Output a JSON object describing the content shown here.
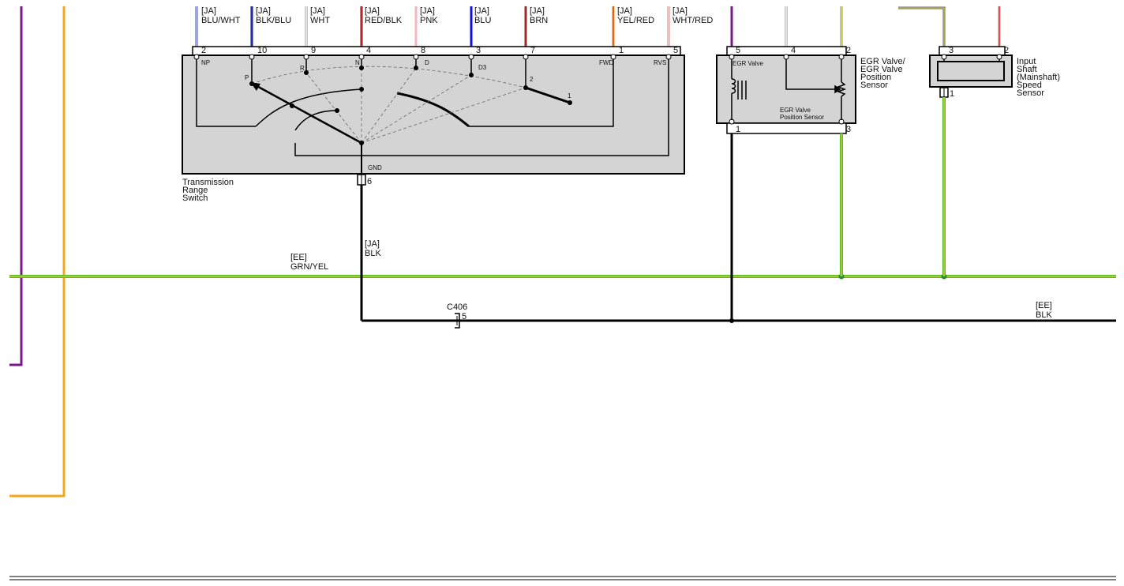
{
  "wire_labels": {
    "np": {
      "code": "[JA]",
      "color": "BLU/WHT"
    },
    "p": {
      "code": "[JA]",
      "color": "BLK/BLU"
    },
    "r": {
      "code": "[JA]",
      "color": "WHT"
    },
    "n": {
      "code": "[JA]",
      "color": "RED/BLK"
    },
    "d": {
      "code": "[JA]",
      "color": "PNK"
    },
    "d3": {
      "code": "[JA]",
      "color": "BLU"
    },
    "two": {
      "code": "[JA]",
      "color": "BRN"
    },
    "fwd": {
      "code": "[JA]",
      "color": "YEL/RED"
    },
    "rvs": {
      "code": "[JA]",
      "color": "WHT/RED"
    },
    "gnd": {
      "code": "[JA]",
      "color": "BLK"
    },
    "grn_bus": {
      "code": "[EE]",
      "color": "GRN/YEL"
    },
    "blk_bus": {
      "code": "[EE]",
      "color": "BLK"
    }
  },
  "transmission_range_switch": {
    "name_lines": [
      "Transmission",
      "Range",
      "Switch"
    ],
    "pins": {
      "np": "2",
      "p": "10",
      "r": "9",
      "n": "4",
      "d": "8",
      "d3": "3",
      "two": "7",
      "fwd": "1",
      "rvs": "5",
      "gnd": "6"
    },
    "positions": {
      "np": "NP",
      "p": "P",
      "r": "R",
      "n": "N",
      "d": "D",
      "d3": "D3",
      "two": "2",
      "one": "1",
      "fwd": "FWD",
      "rvs": "RVS",
      "gnd": "GND"
    }
  },
  "egr_valve": {
    "name_lines": [
      "EGR Valve/",
      "EGR Valve",
      "Position",
      "Sensor"
    ],
    "inner_label": "EGR Valve",
    "sensor_label_lines": [
      "EGR Valve",
      "Position Sensor"
    ],
    "pins": {
      "top_left": "5",
      "top_mid": "4",
      "top_right": "2",
      "bottom_left": "1",
      "bottom_right": "3"
    }
  },
  "input_shaft_sensor": {
    "name_lines": [
      "Input",
      "Shaft",
      "(Mainshaft)",
      "Speed",
      "Sensor"
    ],
    "pins": {
      "left": "3",
      "right": "2",
      "bottom": "1"
    }
  },
  "connector_c406": {
    "name": "C406",
    "pin": "5"
  },
  "colors": {
    "blu_wht": "#3b48c4",
    "blk_blu": "#0a1a7a",
    "wht": "#c8c8c8",
    "red_blk": "#8b1010",
    "pnk": "#f2b6c0",
    "blu": "#1010e0",
    "brn": "#9b2a2a",
    "yel_red": "#e39a1a",
    "wht_red": "#d88080",
    "grn_yel": "#5cb82a",
    "blk": "#000000",
    "purple": "#7a1a8a",
    "orange": "#f3a81c",
    "component_fill": "#d4d4d4"
  }
}
